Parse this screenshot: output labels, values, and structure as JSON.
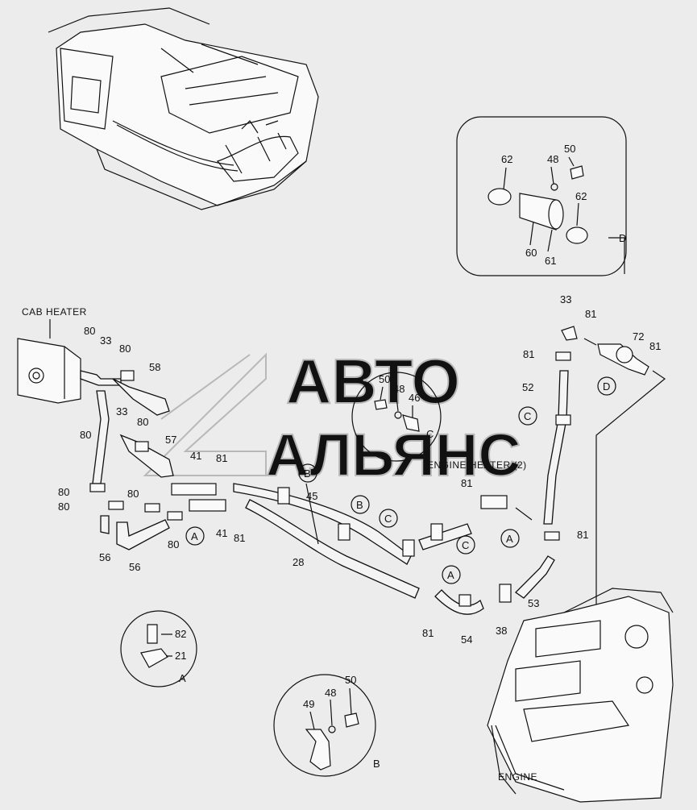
{
  "watermark": {
    "line1": "АВТО",
    "line2": "АЛЬЯНС"
  },
  "captions": {
    "cab_heater": "CAB HEATER",
    "engine_heater": "ENGINE HEATER (2)",
    "engine": "ENGINE"
  },
  "views": {
    "A": "A",
    "B": "B",
    "C": "C",
    "D": "D"
  },
  "detail_d": {
    "p62a": "62",
    "p48": "48",
    "p50": "50",
    "p62b": "62",
    "p60": "60",
    "p61": "61"
  },
  "detail_c": {
    "p50": "50",
    "p48": "48",
    "p46": "46"
  },
  "detail_a": {
    "p82": "82",
    "p21": "21"
  },
  "detail_b": {
    "p49": "49",
    "p48": "48",
    "p50": "50"
  },
  "parts": {
    "p80a": "80",
    "p33a": "33",
    "p80b": "80",
    "p58": "58",
    "p80c": "80",
    "p33b": "33",
    "p80d": "80",
    "p57": "57",
    "p41a": "41",
    "p81a": "81",
    "p80e": "80",
    "p80f": "80",
    "p80g": "80",
    "p56a": "56",
    "p56b": "56",
    "p80h": "80",
    "p41b": "41",
    "p81b": "81",
    "p45": "45",
    "p28": "28",
    "p81c": "81",
    "p81d": "81",
    "p54": "54",
    "p38": "38",
    "p53": "53",
    "p81e": "81",
    "p52": "52",
    "p81f": "81",
    "p33c": "33",
    "p81g": "81",
    "p72": "72",
    "p81h": "81"
  }
}
